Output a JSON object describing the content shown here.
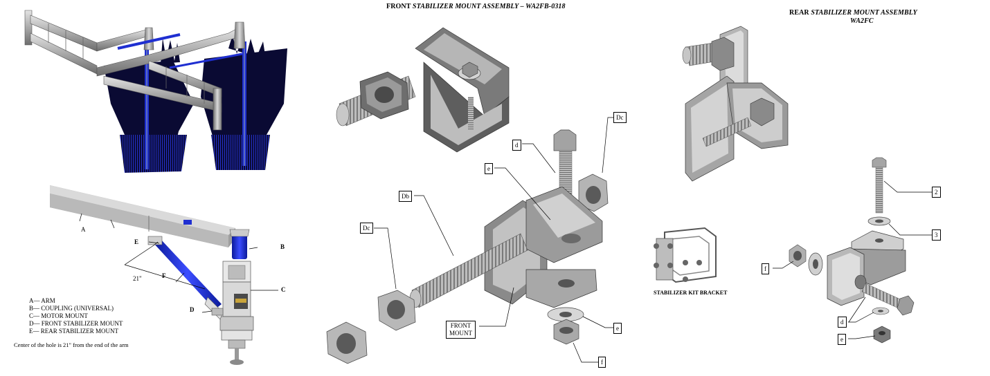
{
  "titles": {
    "front_line1_a": "FRONT ",
    "front_line1_b": "STABILIZER MOUNT ASSEMBLY – WA2FB-0318",
    "rear_line1_a": "REAR ",
    "rear_line1_b": "STABILIZER MOUNT ASSEMBLY",
    "rear_line2": "WA2FC"
  },
  "arm_labels": {
    "A": "A",
    "B": "B",
    "C": "C",
    "D": "D",
    "E": "E",
    "F": "F",
    "dim": "21\""
  },
  "legend": [
    "A— ARM",
    "B— COUPLING (UNIVERSAL)",
    "C— MOTOR MOUNT",
    "D— FRONT STABILIZER MOUNT",
    "E— REAR STABILIZER MOUNT"
  ],
  "note": "Center of the hole is 21\" from the end of the arm",
  "front_callouts": {
    "d": "d",
    "Dc_top": "Dc",
    "e_top": "e",
    "Db": "Db",
    "Dc_left": "Dc",
    "front_mount_1": "FRONT",
    "front_mount_2": "MOUNT",
    "e_bottom": "e",
    "f": "f"
  },
  "bracket_label": "STABILIZER KIT BRACKET",
  "rear_callouts": {
    "n2": "2",
    "n3": "3",
    "f": "f",
    "d": "d",
    "e": "e"
  },
  "colors": {
    "brush": "#0a0a33",
    "blue": "#1f2fd1",
    "steel": "#a6a6a6",
    "steel_dark": "#5a5a5a",
    "steel_light": "#d4d4d4"
  }
}
